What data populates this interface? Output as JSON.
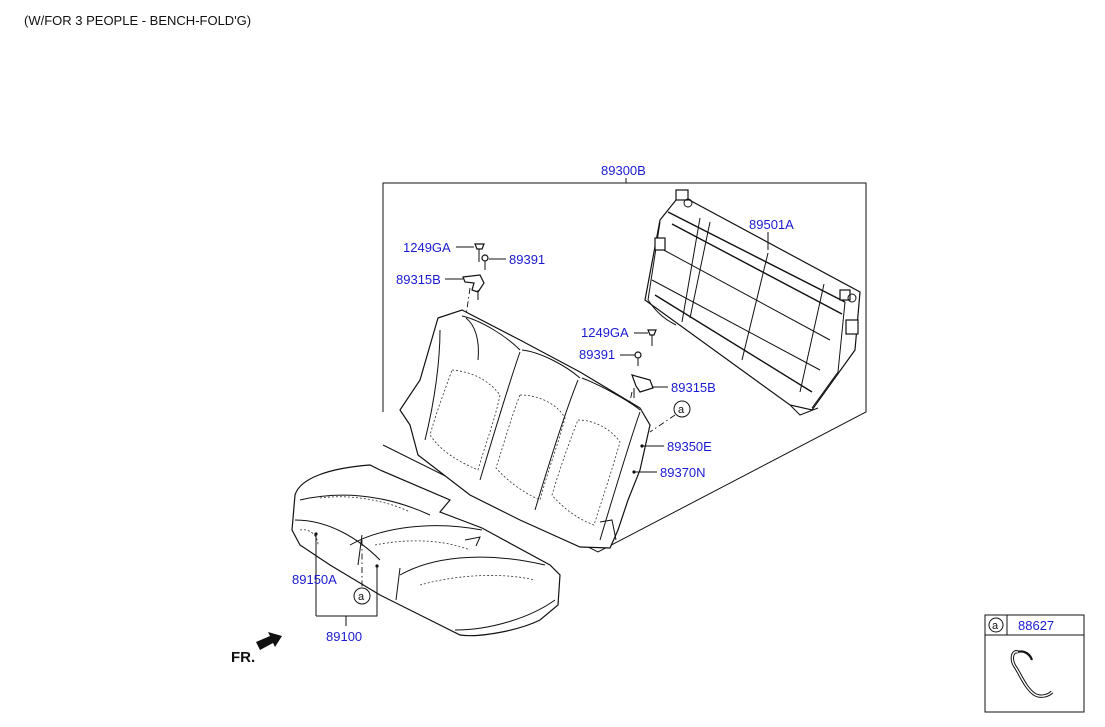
{
  "header": {
    "variant": "(W/FOR 3 PEOPLE - BENCH-FOLD'G)"
  },
  "parts": {
    "back_assembly": "89300B",
    "frame": "89501A",
    "bolt_left": "1249GA",
    "screw_left": "89391",
    "bracket_left": "89315B",
    "bolt_right": "1249GA",
    "screw_right": "89391",
    "bracket_right": "89315B",
    "back_pad": "89350E",
    "back_cover": "89370N",
    "cushion_cover": "89150A",
    "cushion_assembly": "89100"
  },
  "callout_letter": "a",
  "direction_label": "FR.",
  "legend": {
    "letter": "a",
    "part": "88627"
  },
  "colors": {
    "part_number": "#1a1ad2",
    "line": "#111111"
  }
}
